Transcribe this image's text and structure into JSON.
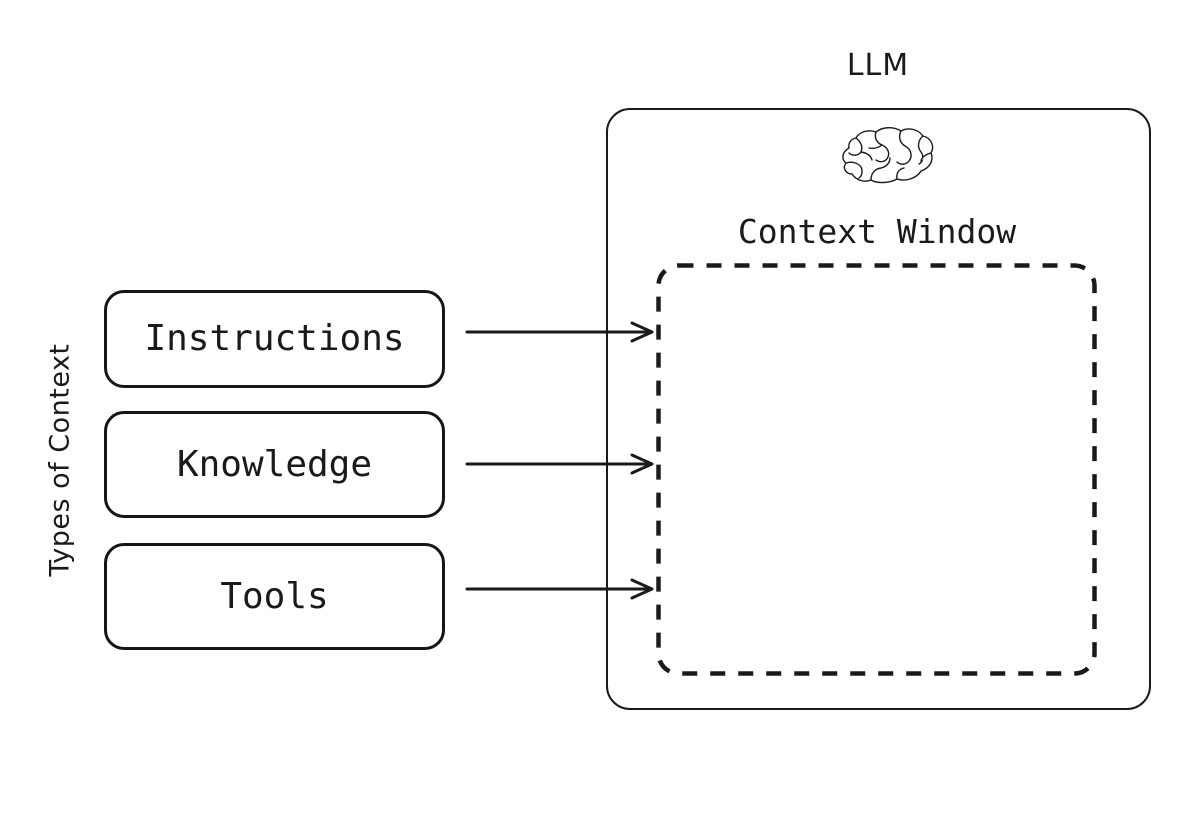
{
  "diagram": {
    "title": "LLM context types diagram",
    "background_color": "#ffffff",
    "stroke_color": "#1a1a1a"
  },
  "left_panel": {
    "axis_label": "Types of Context",
    "boxes": [
      {
        "label": "Instructions",
        "name": "instructions"
      },
      {
        "label": "Knowledge",
        "name": "knowledge"
      },
      {
        "label": "Tools",
        "name": "tools"
      }
    ]
  },
  "arrows": [
    {
      "from": "Instructions",
      "to": "Context Window"
    },
    {
      "from": "Knowledge",
      "to": "Context Window"
    },
    {
      "from": "Tools",
      "to": "Context Window"
    }
  ],
  "llm_panel": {
    "title": "LLM",
    "icon": "brain-icon",
    "context_window_label": "Context Window",
    "context_window_style": "dashed"
  }
}
